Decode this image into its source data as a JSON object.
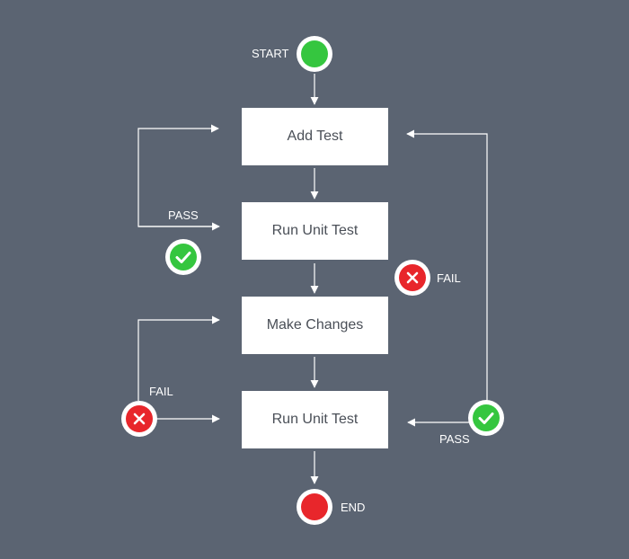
{
  "flow": {
    "start_label": "START",
    "end_label": "END",
    "steps": [
      "Add Test",
      "Run Unit Test",
      "Make Changes",
      "Run Unit Test"
    ],
    "branches": {
      "first_test_pass": "PASS",
      "first_test_fail": "FAIL",
      "second_test_fail": "FAIL",
      "second_test_pass": "PASS"
    }
  },
  "colors": {
    "background": "#5b6472",
    "success": "#35c63f",
    "failure": "#e8262b",
    "box": "#ffffff"
  },
  "icons": {
    "start": "green-dot-icon",
    "end": "red-dot-icon",
    "pass": "check-icon",
    "fail": "x-icon"
  }
}
